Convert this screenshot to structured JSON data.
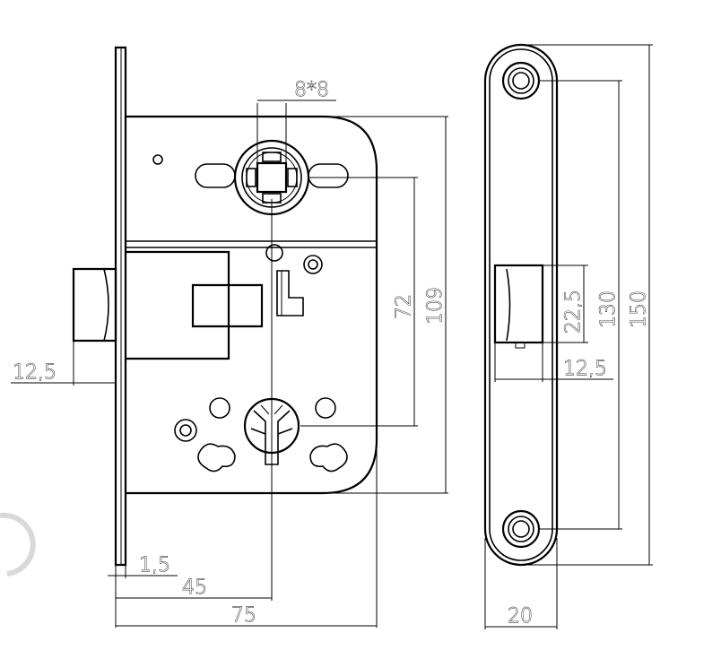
{
  "dimensions": {
    "square_spindle": "8*8",
    "latch_projection_left": "12,5",
    "faceplate_thickness": "1,5",
    "backset": "45",
    "body_depth": "75",
    "center_distance": "72",
    "body_height": "109",
    "latch_height": "22,5",
    "screw_spacing": "130",
    "faceplate_length": "150",
    "latch_projection_right": "12,5",
    "faceplate_width": "20"
  },
  "colors": {
    "line": "#000000",
    "background": "#ffffff",
    "ghost_circle": "#d9d9d9"
  }
}
